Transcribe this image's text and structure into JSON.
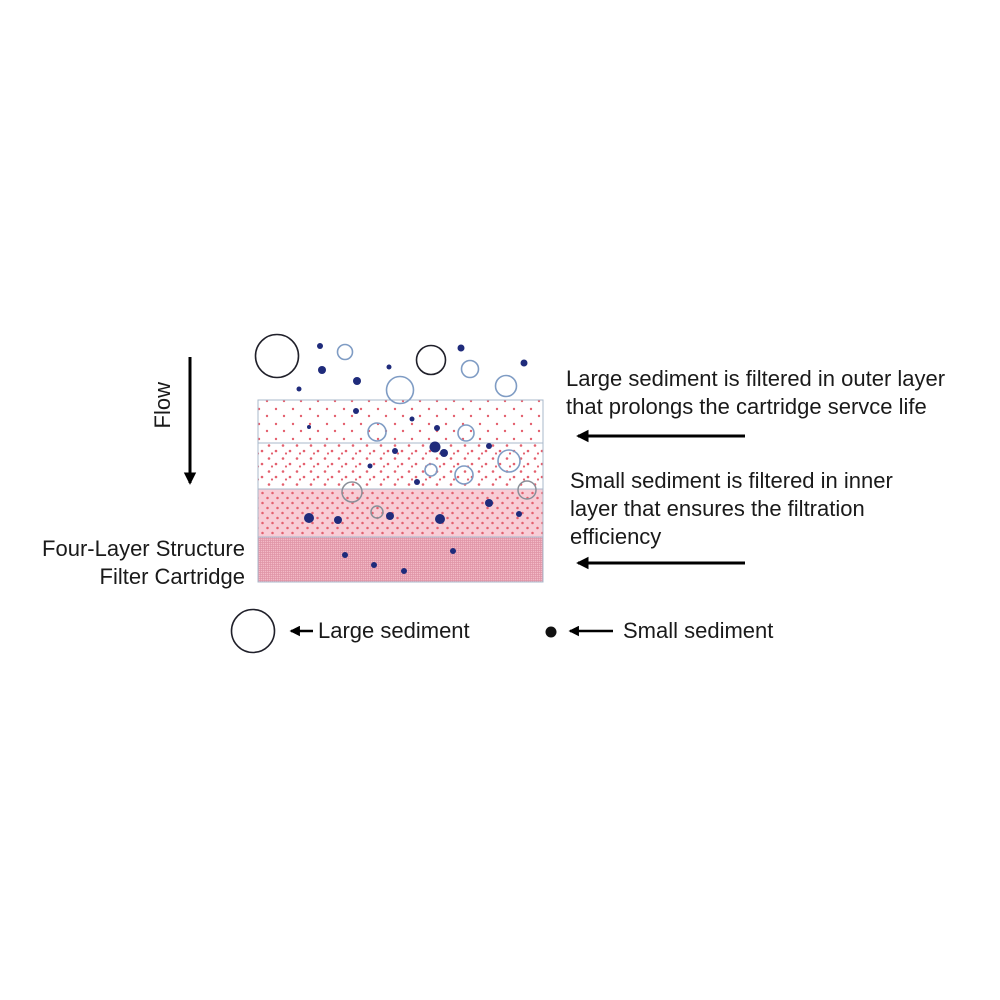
{
  "diagram": {
    "flow_label": "Flow",
    "cartridge_label": {
      "lines": [
        "Four-Layer Structure",
        "Filter Cartridge"
      ]
    },
    "annotations": [
      {
        "lines": [
          "Large sediment is filtered in outer layer",
          "that prolongs the cartridge servce life"
        ]
      },
      {
        "lines": [
          "Small sediment is filtered in inner",
          "layer that ensures the filtration",
          "efficiency"
        ]
      }
    ],
    "legend": [
      {
        "symbol": "large-sediment-circle-icon",
        "label": "Large sediment"
      },
      {
        "symbol": "small-sediment-dot-icon",
        "label": "Small sediment"
      }
    ],
    "layer_count": 4,
    "colors": {
      "text_color": "#1a1a1a",
      "filter_dot_red": "#e4606e",
      "layer3_bg": "#f8cdd6",
      "layer4_bg": "#f3bac6",
      "layer4_line": "#df93a6",
      "layer_border": "#a9b8cb",
      "sediment_navy": "#1f2b7b",
      "circle_blue": "#7f9cc4",
      "circle_dark": "#20202a",
      "circle_gray": "#8a8f98",
      "arrow_black": "#000000"
    }
  }
}
